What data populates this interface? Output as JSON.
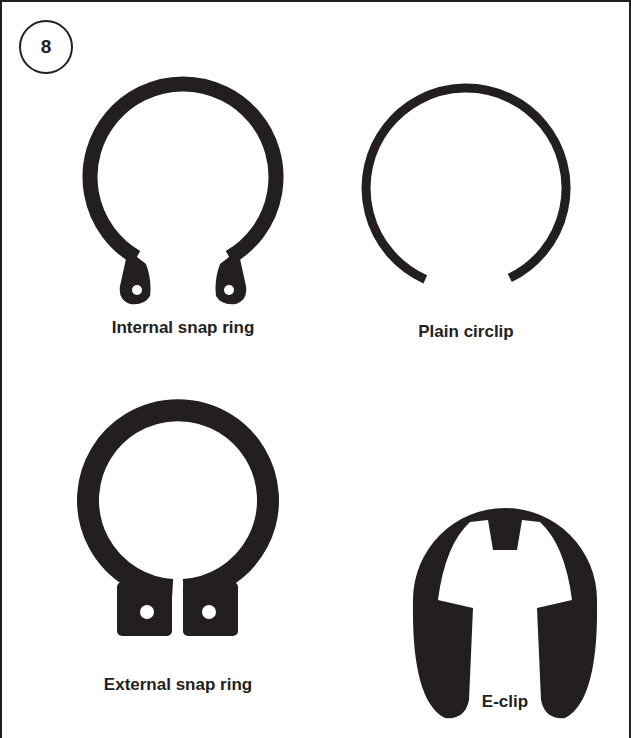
{
  "diagram": {
    "nodes": [
      {
        "text": [
          "8"
        ]
      }
    ],
    "labels": [
      "Internal snap ring",
      "Plain circlip",
      "External snap ring",
      "E-clip"
    ]
  }
}
